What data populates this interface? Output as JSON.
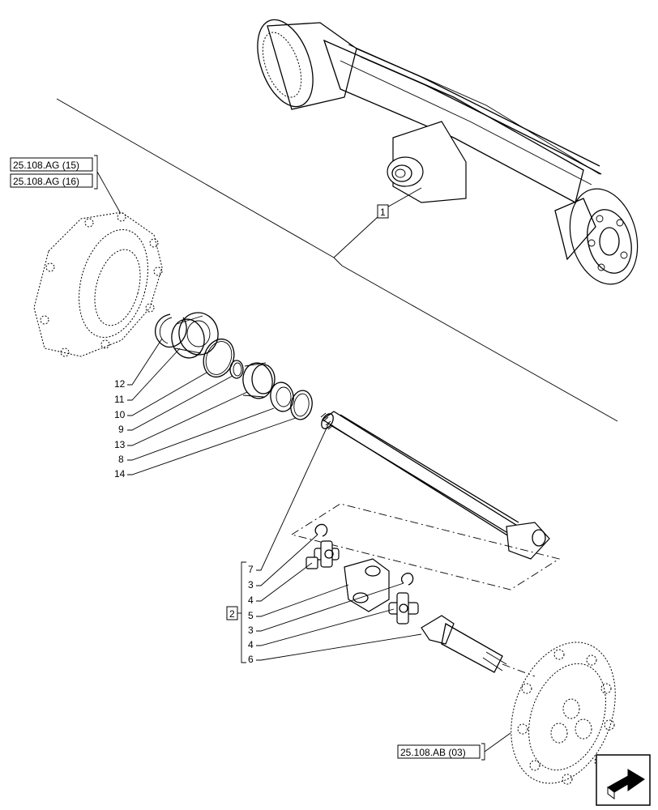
{
  "callouts": [
    {
      "id": "1",
      "label": "1"
    },
    {
      "id": "2",
      "label": "2"
    }
  ],
  "refs": [
    {
      "id": "ref-ag15",
      "label": "25.108.AG (15)"
    },
    {
      "id": "ref-ag16",
      "label": "25.108.AG (16)"
    },
    {
      "id": "ref-ab03",
      "label": "25.108.AB (03)"
    }
  ],
  "left_labels": [
    "12",
    "11",
    "10",
    "9",
    "13",
    "8",
    "14"
  ],
  "group_labels": [
    "7",
    "3",
    "4",
    "5",
    "3",
    "4",
    "6"
  ],
  "nav_icon": "next-page-arrow-icon"
}
